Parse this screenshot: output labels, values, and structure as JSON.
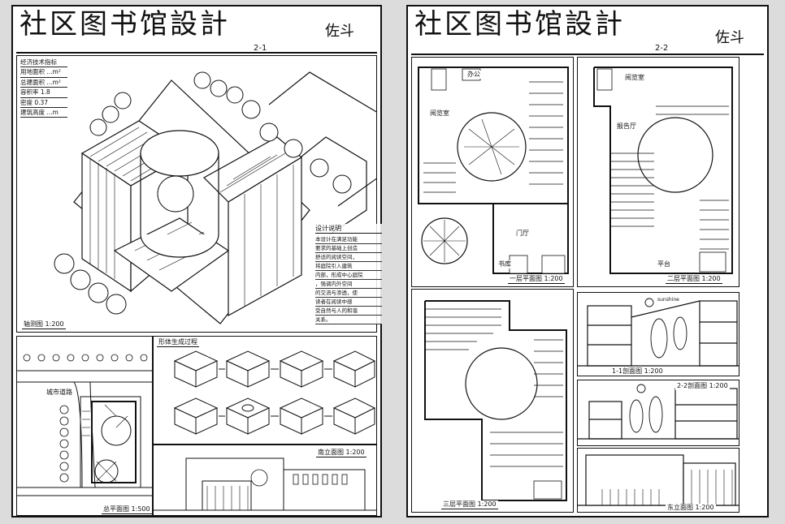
{
  "colors": {
    "ink": "#111111",
    "paper": "#ffffff",
    "background": "#dcdcdc"
  },
  "sheet1": {
    "title": "社区图书馆設計",
    "sheet_no": "2-1",
    "author": "佐斗",
    "info_lines": [
      "经济技术指标",
      "用地面积 ...m²",
      "总建面积 ...m²",
      "容积率 1.8",
      "密度 0.37",
      "建筑高度 ...m"
    ],
    "axo_label": "轴测图 1:200",
    "note_title": "设计说明",
    "note_lines": [
      "本设计在满足功能",
      "要求的基础上创造",
      "舒适的阅读空间，",
      "将庭院引入建筑",
      "内部，形成中心庭院",
      "，强调内外空间",
      "的交流与渗透，使",
      "读者在阅读中感",
      "受自然与人的和谐",
      "关系。"
    ],
    "site_road_label": "城市道路",
    "site_label": "总平面图 1:500",
    "form_label": "形体生成过程",
    "elevation_label": "南立面图 1:200"
  },
  "sheet2": {
    "title": "社区图书馆設計",
    "sheet_no": "2-2",
    "author": "佐斗",
    "plan1_label": "一层平面图 1:200",
    "plan2_label": "二层平面图 1:200",
    "plan3_label": "三层平面图 1:200",
    "section_a_label": "1-1剖面图 1:200",
    "section_b_label": "2-2剖面图 1:200",
    "elevation_label": "东立面图 1:200",
    "rooms": {
      "office": "办公",
      "reading": "阅览室",
      "lobby": "门厅",
      "storage": "书库",
      "reading_hall": "阅览室",
      "atrium": "报告厅",
      "terrace": "平台"
    },
    "sunshine_label": "sunshine"
  }
}
